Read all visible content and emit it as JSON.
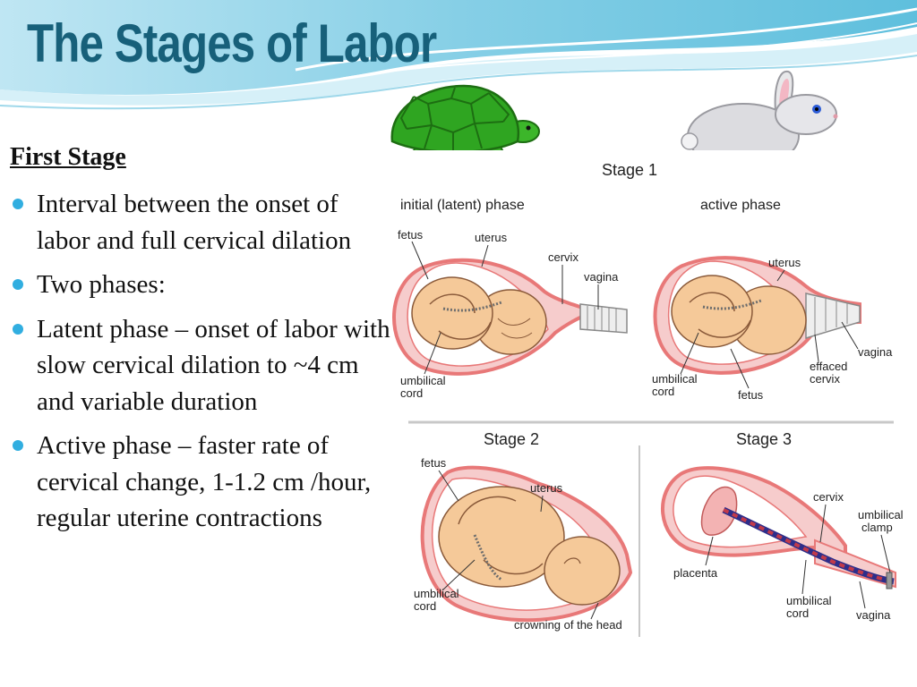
{
  "slide": {
    "title": "The Stages of Labor",
    "subheading": "First Stage",
    "bullets": [
      "Interval between the onset of labor and full cervical dilation",
      "Two phases:",
      "Latent phase – onset of labor with slow cervical dilation to ~4 cm and variable duration",
      "Active phase – faster rate of cervical change, 1-1.2 cm /hour, regular uterine contractions"
    ]
  },
  "figure": {
    "stage1": "Stage 1",
    "latent_phase": "initial (latent) phase",
    "active_phase": "active phase",
    "stage2": "Stage 2",
    "stage3": "Stage 3",
    "labels": {
      "fetus": "fetus",
      "uterus": "uterus",
      "cervix": "cervix",
      "vagina": "vagina",
      "umbilical": "umbilical",
      "cord": "cord",
      "effaced": "effaced",
      "cervix_word": "cervix",
      "crowning": "crowning of the head",
      "placenta": "placenta",
      "clamp": "clamp"
    }
  },
  "colors": {
    "title": "#17607a",
    "bullet": "#31aee0",
    "uterus_wall": "#e87878",
    "fetus_skin": "#f5c999"
  },
  "icons": [
    "turtle-icon",
    "rabbit-icon",
    "bullet-dot-icon"
  ]
}
